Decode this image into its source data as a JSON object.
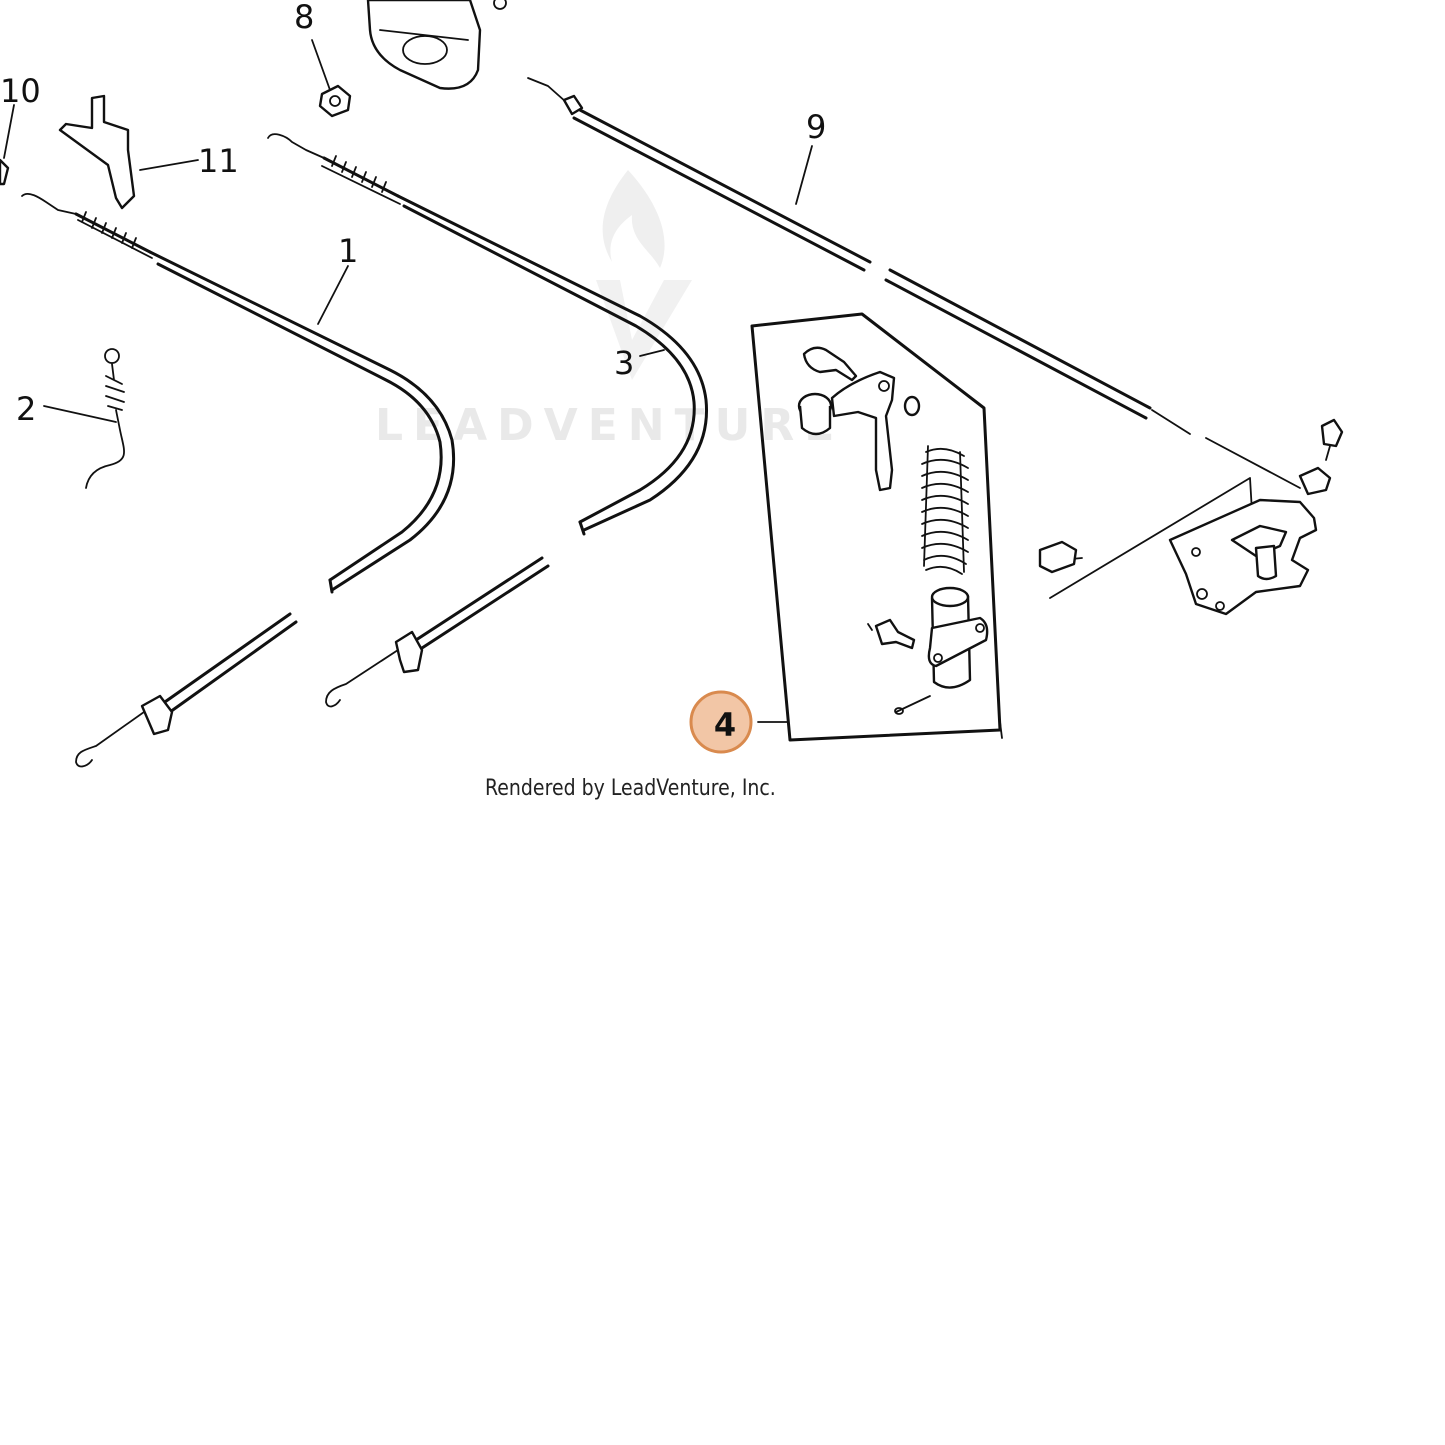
{
  "callouts": {
    "c1": "1",
    "c2": "2",
    "c3": "3",
    "c4": "4",
    "c8": "8",
    "c9": "9",
    "c10": "10",
    "c11": "11"
  },
  "watermark": "LEADVENTURE",
  "credit": "Rendered by LeadVenture, Inc.",
  "colors": {
    "highlight_fill": "#f2c6a6",
    "highlight_stroke": "#d98a4e",
    "line": "#111111",
    "watermark": "#e9e9e9"
  }
}
